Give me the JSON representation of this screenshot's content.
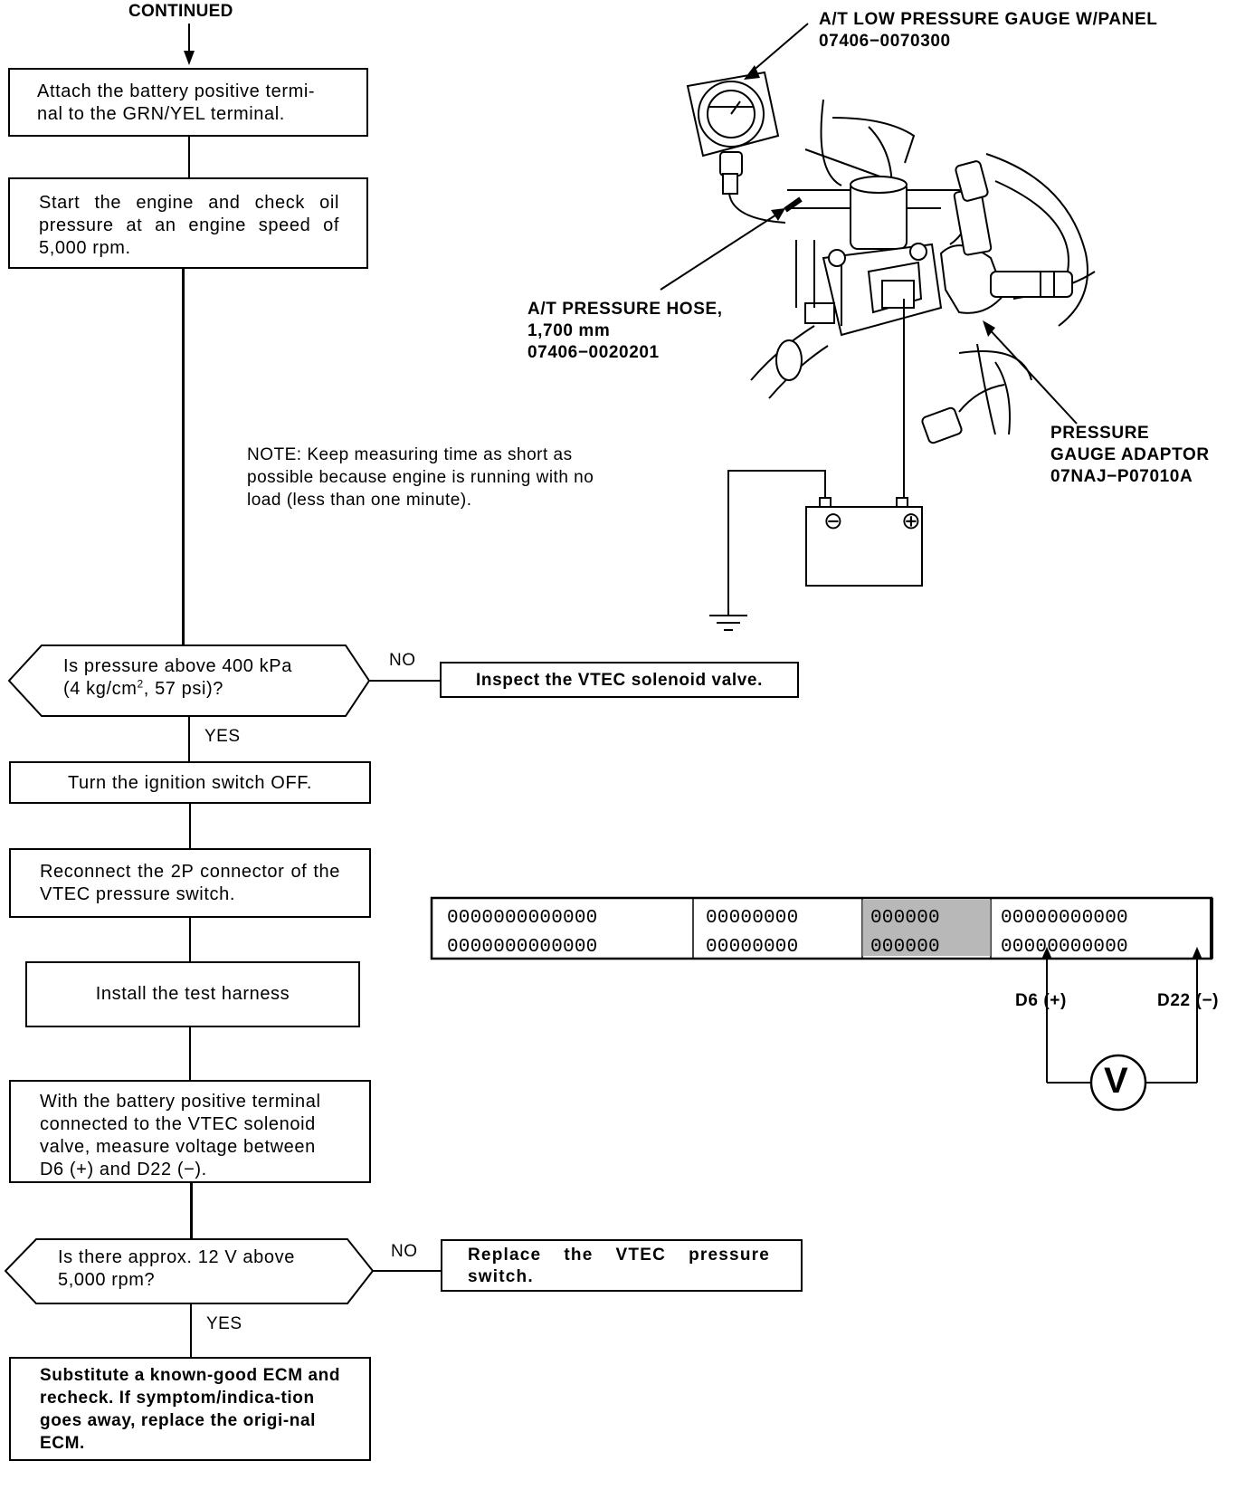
{
  "flow": {
    "continued": "CONTINUED",
    "step1": "Attach the battery positive termi-nal to the GRN/YEL terminal.",
    "step2": "Start the engine and check oil pressure at an engine speed of 5,000 rpm.",
    "decision1_line1": "Is pressure above 400 kPa",
    "decision1_line2_a": "(4 kg/cm",
    "decision1_line2_sup": "2",
    "decision1_line2_b": ", 57 psi)?",
    "decision1_no": "NO",
    "decision1_no_action": "Inspect the VTEC solenoid valve.",
    "decision1_yes": "YES",
    "step3": "Turn the ignition switch OFF.",
    "step4": "Reconnect the 2P connector of the VTEC pressure switch.",
    "step5": "Install the test harness",
    "step6": "With the battery positive terminal connected to the VTEC solenoid valve, measure voltage between D6 (+) and D22 (−).",
    "decision2_line1": "Is there approx. 12 V above",
    "decision2_line2": "5,000 rpm?",
    "decision2_no": "NO",
    "decision2_no_action": "Replace the VTEC pressure switch.",
    "decision2_yes": "YES",
    "step7": "Substitute a known-good ECM and recheck. If symptom/indica-tion goes away, replace the origi-nal ECM."
  },
  "illustration": {
    "gauge_label_1": "A/T LOW PRESSURE GAUGE W/PANEL",
    "gauge_label_2": "07406−0070300",
    "hose_label_1": "A/T PRESSURE HOSE,",
    "hose_label_2": "1,700 mm",
    "hose_label_3": "07406−0020201",
    "adaptor_label_1": "PRESSURE",
    "adaptor_label_2": "GAUGE ADAPTOR",
    "adaptor_label_3": "07NAJ−P07010A",
    "note": "NOTE: Keep measuring time as short as possible because engine is running with no load (less than one minute).",
    "battery_neg": "⊖",
    "battery_pos": "⊕"
  },
  "connector": {
    "row1": [
      "0000000000000",
      "00000000",
      "000000",
      "00000000000"
    ],
    "row2": [
      "0000000000000",
      "00000000",
      "000000",
      "00000000000"
    ],
    "d6_label": "D6 (+)",
    "d22_label": "D22 (−)",
    "meter_symbol": "V"
  }
}
